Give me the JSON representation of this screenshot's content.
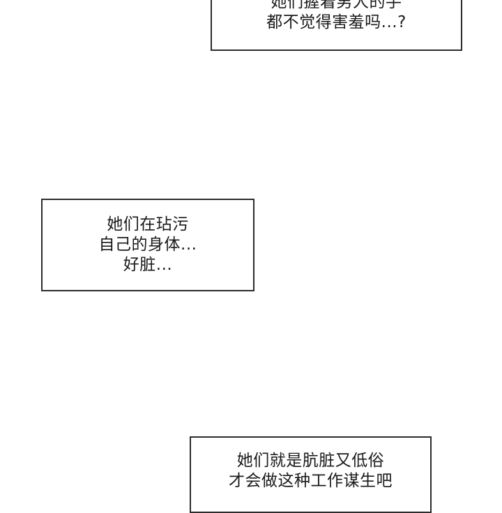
{
  "captions": [
    {
      "lines": [
        "她们握着男人的手",
        "都不觉得害羞吗...?"
      ]
    },
    {
      "lines": [
        "她们在玷污",
        "自己的身体...",
        "好脏..."
      ]
    },
    {
      "lines": [
        "她们就是肮脏又低俗",
        "才会做这种工作谋生吧"
      ]
    }
  ]
}
